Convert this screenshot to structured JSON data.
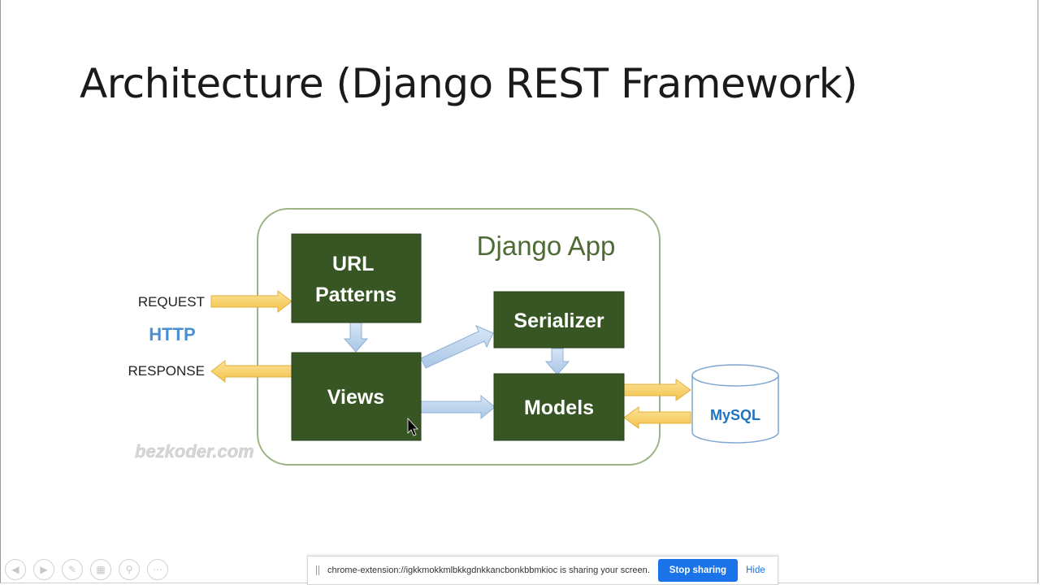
{
  "slide": {
    "title": "Architecture (Django REST Framework)"
  },
  "diagram": {
    "container_label": "Django App",
    "watermark": "bezkoder.com",
    "protocol_label": "HTTP",
    "request_label": "REQUEST",
    "response_label": "RESPONSE",
    "nodes": {
      "url_patterns": [
        "URL",
        "Patterns"
      ],
      "views": "Views",
      "serializer": "Serializer",
      "models": "Models",
      "database": "MySQL"
    },
    "colors": {
      "node_fill": "#375623",
      "container_border": "#9bb385",
      "container_label": "#4e6b34",
      "arrow_yellow": "#f9d56b",
      "arrow_blue": "#bdd7ee",
      "http_blue": "#4a90d0",
      "mysql_blue": "#1e73be"
    }
  },
  "screen_share": {
    "message": "chrome-extension://igkkmokkmlbkkgdnkkancbonkbbmkioc is sharing your screen.",
    "stop_label": "Stop sharing",
    "hide_label": "Hide"
  },
  "presentation_controls": [
    "previous-icon",
    "next-icon",
    "pen-icon",
    "slides-icon",
    "zoom-icon",
    "more-icon"
  ]
}
